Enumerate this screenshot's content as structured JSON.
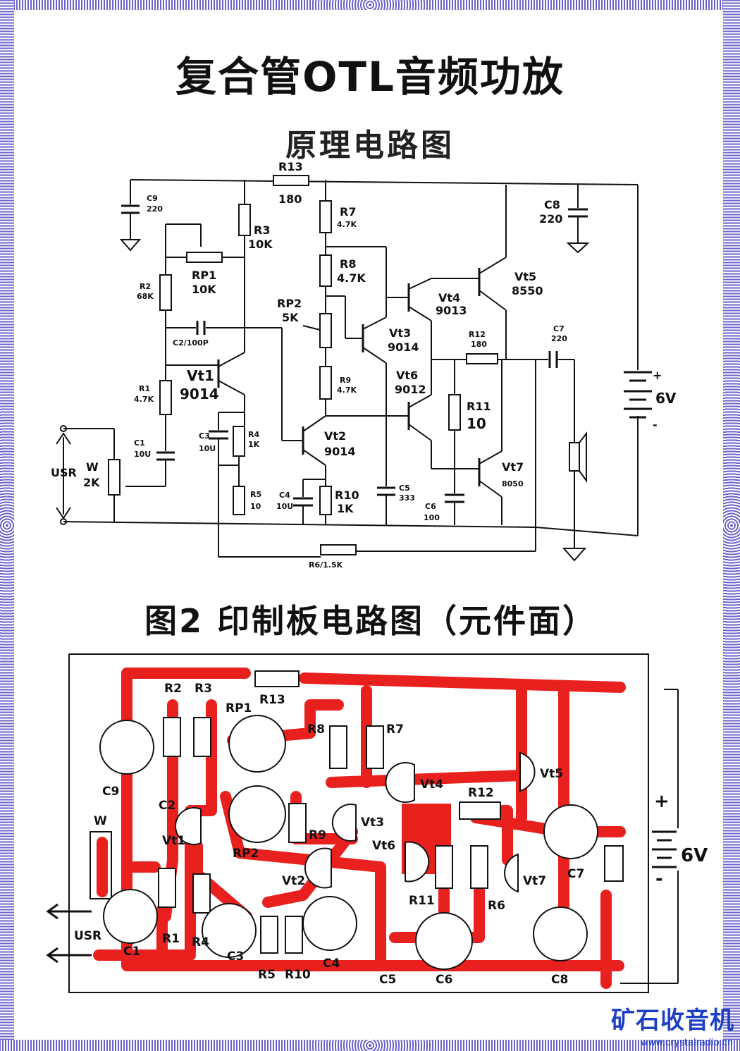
{
  "title": "复合管OTL音频功放",
  "schematic": {
    "subtitle": "原理电路图",
    "labels": {
      "r13": "R13",
      "r13_val": "180",
      "c9": "C9",
      "c9_val": "220",
      "c8": "C8",
      "c8_val": "220",
      "r3": "R3",
      "r3_val": "10K",
      "r7": "R7",
      "r7_val": "4.7K",
      "r8": "R8",
      "r8_val": "4.7K",
      "rp1": "RP1",
      "rp1_val": "10K",
      "r2": "R2",
      "r2_val": "68K",
      "rp2": "RP2",
      "rp2_val": "5K",
      "vt5": "Vt5",
      "vt5_val": "8550",
      "vt4": "Vt4",
      "vt4_val": "9013",
      "vt3": "Vt3",
      "vt3_val": "9014",
      "c2": "C2/100P",
      "r12": "R12",
      "r12_val": "180",
      "c7": "C7",
      "c7_val": "220",
      "vt1": "Vt1",
      "vt1_val": "9014",
      "vt6": "Vt6",
      "vt6_val": "9012",
      "r9": "R9",
      "r9_val": "4.7K",
      "r11": "R11",
      "r11_val": "10",
      "r1": "R1",
      "r1_val": "4.7K",
      "battery": "6V",
      "c3": "C3",
      "c3_val": "10U",
      "r4": "R4",
      "r4_val": "1K",
      "vt2": "Vt2",
      "vt2_val": "9014",
      "c1": "C1",
      "c1_val": "10U",
      "usr": "USR",
      "w": "W",
      "w_val": "2K",
      "vt7": "Vt7",
      "vt7_val": "8050",
      "c4": "C4",
      "c4_val": "10U",
      "r10": "R10",
      "r10_val": "1K",
      "c5": "C5",
      "c5_val": "333",
      "c6": "C6",
      "c6_val": "100",
      "r5": "R5",
      "r5_val": "10",
      "r6": "R6/1.5K"
    }
  },
  "pcb": {
    "title": "图2 印制板电路图（元件面）",
    "labels": {
      "r2": "R2",
      "r3": "R3",
      "r13": "R13",
      "rp1": "RP1",
      "r8": "R8",
      "r7": "R7",
      "c9": "C9",
      "c2": "C2",
      "vt1": "Vt1",
      "rp2": "RP2",
      "r9": "R9",
      "vt4": "Vt4",
      "vt5": "Vt5",
      "vt3": "Vt3",
      "vt6": "Vt6",
      "r12": "R12",
      "w": "W",
      "vt2": "Vt2",
      "r11": "R11",
      "vt7": "Vt7",
      "c7": "C7",
      "r6": "R6",
      "usr": "USR",
      "r1": "R1",
      "r4": "R4",
      "c1": "C1",
      "c3": "C3",
      "r5": "R5",
      "r10": "R10",
      "c4": "C4",
      "c5": "C5",
      "c6": "C6",
      "c8": "C8",
      "plus": "+",
      "minus": "-",
      "battery": "6V"
    }
  },
  "watermark": {
    "logo": "矿石收音机",
    "url": "www.crystalradio.cn"
  }
}
